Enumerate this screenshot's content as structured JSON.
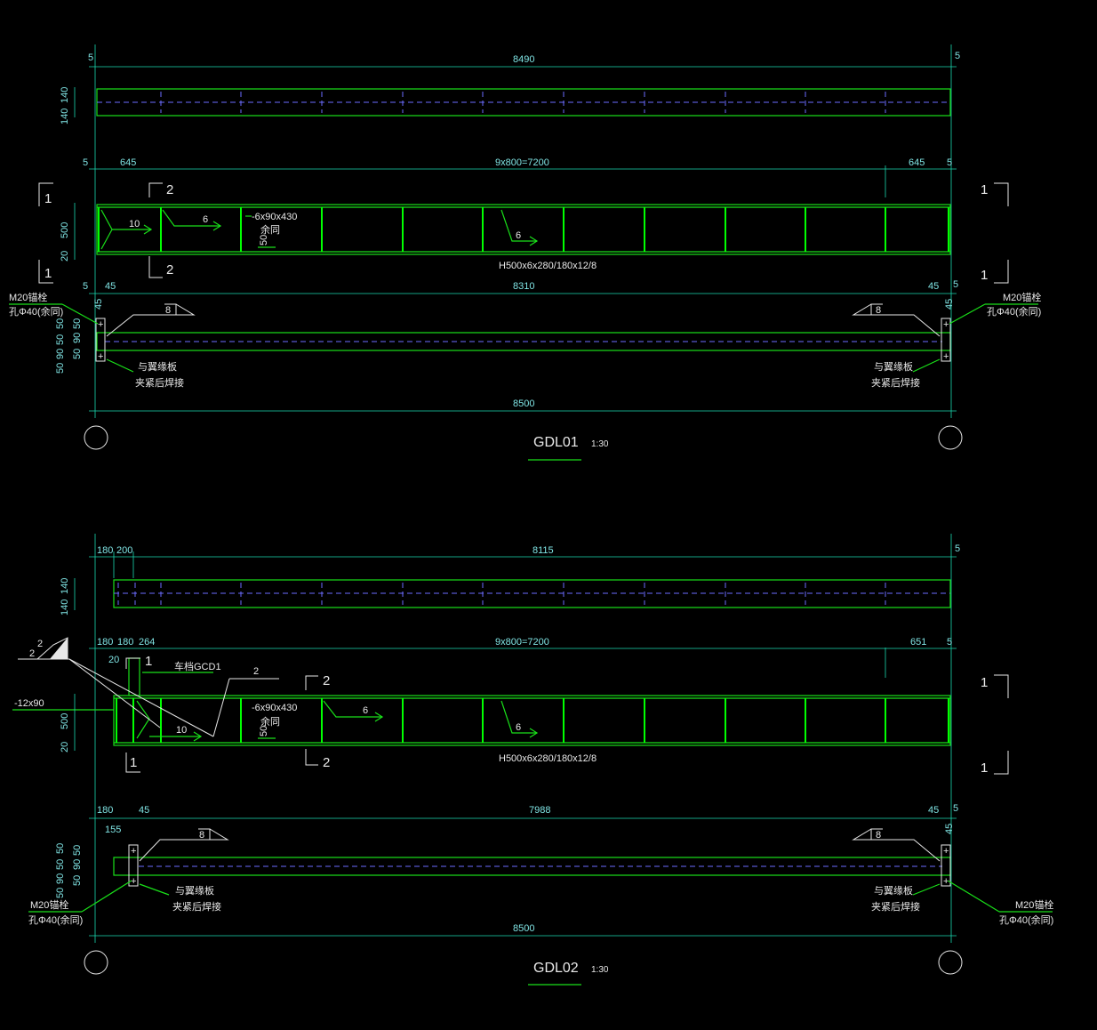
{
  "beams": [
    {
      "title": "GDL01",
      "scale": "1:30",
      "top_dims": {
        "left": "5",
        "total": "8490",
        "right": "5"
      },
      "plan_side_dims": [
        "140",
        "140"
      ],
      "elev_dims": {
        "left": "5",
        "left2": "645",
        "middle": "9x800=7200",
        "right": "645",
        "right2": "5"
      },
      "elev_side_dims": [
        "500",
        "20"
      ],
      "section_marks": [
        "1",
        "2",
        "2",
        "1",
        "1",
        "1"
      ],
      "stiffener_label": "-6x90x430",
      "stiffener_note": "余同",
      "weld_labels": [
        "10",
        "6",
        "6",
        "50"
      ],
      "section_spec": "H500x6x280/180x12/8",
      "bottom_dims": {
        "left": "5",
        "left2": "45",
        "middle": "8310",
        "right": "45",
        "right2": "5"
      },
      "bottom_side_dims": [
        "45",
        "50",
        "50",
        "90",
        "50",
        "50",
        "50",
        "90",
        "45"
      ],
      "weld_symbols": [
        "8",
        "8"
      ],
      "anchor_left": [
        "M20锚栓",
        "孔Φ40(余同)"
      ],
      "anchor_right": [
        "M20锚栓",
        "孔Φ40(余同)"
      ],
      "note_left": [
        "与翼缘板",
        "夹紧后焊接"
      ],
      "note_right": [
        "与翼缘板",
        "夹紧后焊接"
      ],
      "total_dim": "8500"
    },
    {
      "title": "GDL02",
      "scale": "1:30",
      "top_dims": {
        "left": "180",
        "left2": "200",
        "total": "8115",
        "right": "5"
      },
      "plan_side_dims": [
        "140",
        "140"
      ],
      "elev_dims": {
        "left": "180",
        "left2": "180",
        "left3": "264",
        "middle": "9x800=7200",
        "right": "651",
        "right2": "5"
      },
      "elev_side_dims": [
        "500",
        "20"
      ],
      "section_marks": [
        "1",
        "2",
        "2",
        "1",
        "1",
        "1"
      ],
      "stiffener_label": "-6x90x430",
      "stiffener_note": "余同",
      "weld_labels": [
        "10",
        "6",
        "6",
        "50",
        "20",
        "2",
        "2",
        "2"
      ],
      "extra_labels": [
        "-12x90",
        "车档GCD1"
      ],
      "section_spec": "H500x6x280/180x12/8",
      "bottom_dims": {
        "left": "180",
        "left2": "155",
        "left3": "45",
        "middle": "7988",
        "right": "45",
        "right2": "5"
      },
      "bottom_side_dims": [
        "50",
        "50",
        "90",
        "50",
        "50",
        "50",
        "90",
        "45"
      ],
      "weld_symbols": [
        "8",
        "8"
      ],
      "anchor_left": [
        "M20锚栓",
        "孔Φ40(余同)"
      ],
      "anchor_right": [
        "M20锚栓",
        "孔Φ40(余同)"
      ],
      "note_left": [
        "与翼缘板",
        "夹紧后焊接"
      ],
      "note_right": [
        "与翼缘板",
        "夹紧后焊接"
      ],
      "total_dim": "8500"
    }
  ]
}
